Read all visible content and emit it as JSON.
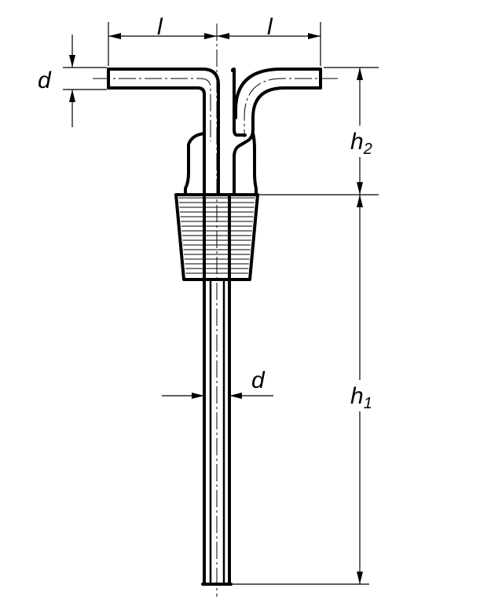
{
  "labels": {
    "arm_length_left": "l",
    "arm_length_right": "l",
    "arm_diameter": "d",
    "stem_diameter": "d",
    "height_upper_main": "h",
    "height_upper_sub": "2",
    "height_lower_main": "h",
    "height_lower_sub": "1"
  },
  "colors": {
    "line": "#000000",
    "background": "#ffffff"
  }
}
